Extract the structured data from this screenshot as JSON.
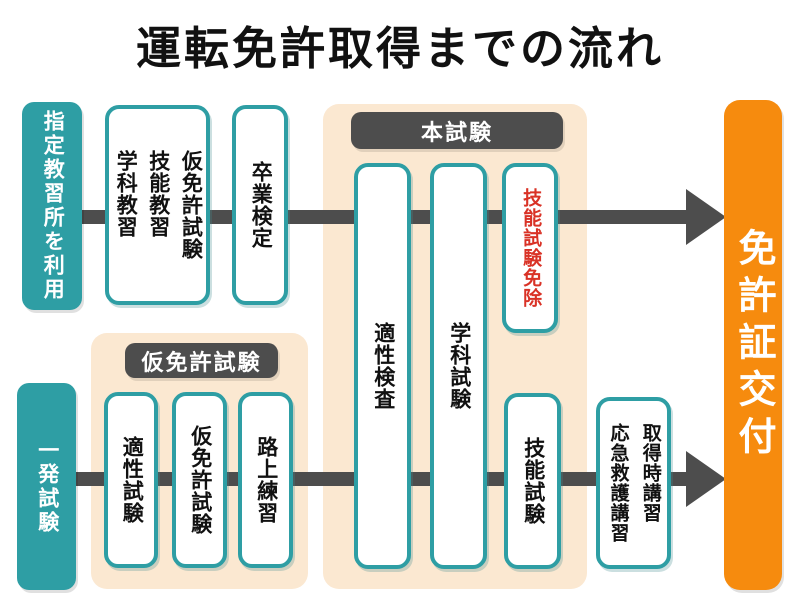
{
  "title": "運転免許取得までの流れ",
  "colors": {
    "teal": "#2e9ea4",
    "beige": "#fbe8d1",
    "dark": "#4d4d4d",
    "orange": "#f68b0e",
    "red": "#d93226",
    "ink": "#111111",
    "paper": "#ffffff"
  },
  "lanes": {
    "designated_school": {
      "label": "指定教習所を利用"
    },
    "direct_exam": {
      "label": "一発試験"
    }
  },
  "school_route": {
    "training_box": "仮免許試験\n技能教習\n学科教習",
    "graduation_exam": "卒業検定"
  },
  "main_exam_panel": {
    "header": "本試験",
    "aptitude_check": "適性検査",
    "written_test": "学科試験",
    "skill_test_exemption": "技能試験免除",
    "skill_test": "技能試験"
  },
  "provisional_panel": {
    "header": "仮免許試験",
    "aptitude_test": "適性試験",
    "provisional_license_test": "仮免許試験",
    "road_practice": "路上練習"
  },
  "post_acquisition": {
    "label": "取得時講習\n応急救護講習"
  },
  "goal": {
    "label": "免許証交付"
  },
  "icons": {
    "flow_arrow": "right-arrow"
  }
}
